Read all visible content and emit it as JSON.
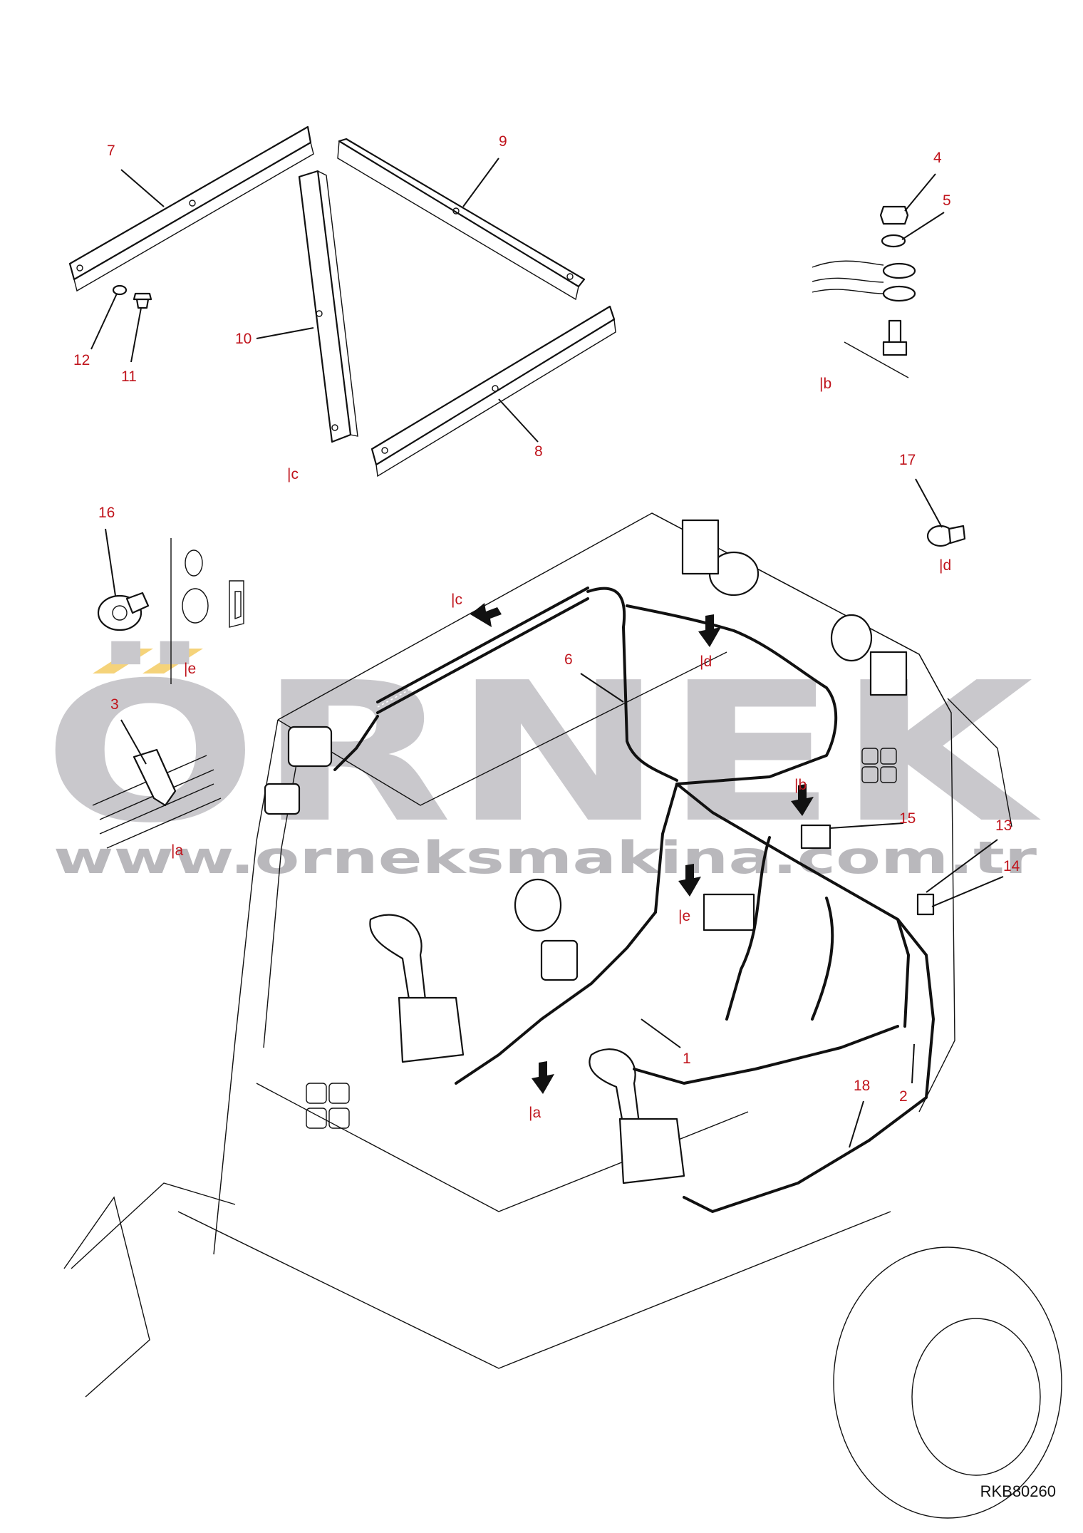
{
  "watermark": {
    "brand": "ÖRNEK",
    "url": "www.orneksmakina.com.tr",
    "brand_color": "#c9c8cc",
    "accent_color": "#f5d37a"
  },
  "drawing_code": "RKB80260",
  "label_color": "#c0141c",
  "callouts": [
    {
      "id": "c1",
      "text": "1"
    },
    {
      "id": "c2",
      "text": "2"
    },
    {
      "id": "c3",
      "text": "3"
    },
    {
      "id": "c4",
      "text": "4"
    },
    {
      "id": "c5",
      "text": "5"
    },
    {
      "id": "c6",
      "text": "6"
    },
    {
      "id": "c7",
      "text": "7"
    },
    {
      "id": "c8",
      "text": "8"
    },
    {
      "id": "c9",
      "text": "9"
    },
    {
      "id": "c10",
      "text": "10"
    },
    {
      "id": "c11",
      "text": "11"
    },
    {
      "id": "c12",
      "text": "12"
    },
    {
      "id": "c13",
      "text": "13"
    },
    {
      "id": "c14",
      "text": "14"
    },
    {
      "id": "c15",
      "text": "15"
    },
    {
      "id": "c16",
      "text": "16"
    },
    {
      "id": "c17",
      "text": "17"
    },
    {
      "id": "c18",
      "text": "18"
    }
  ],
  "detail_refs": [
    {
      "id": "ref-a-detail",
      "text": "|a"
    },
    {
      "id": "ref-a-main",
      "text": "|a"
    },
    {
      "id": "ref-b-detail",
      "text": "|b"
    },
    {
      "id": "ref-b-main",
      "text": "|b"
    },
    {
      "id": "ref-c-detail",
      "text": "|c"
    },
    {
      "id": "ref-c-main",
      "text": "|c"
    },
    {
      "id": "ref-d-detail",
      "text": "|d"
    },
    {
      "id": "ref-d-main",
      "text": "|d"
    },
    {
      "id": "ref-e-detail",
      "text": "|e"
    },
    {
      "id": "ref-e-main",
      "text": "|e"
    }
  ]
}
